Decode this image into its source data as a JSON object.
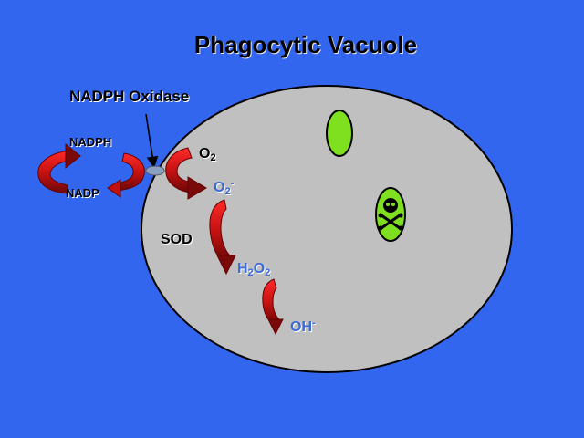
{
  "title": "Phagocytic Vacuole",
  "labels": {
    "enzyme": "NADPH Oxidase",
    "nadph": "NADPH",
    "nadp": "NADP",
    "sod": "SOD"
  },
  "species": {
    "oxygen": {
      "symbol": "O",
      "sub": "2"
    },
    "superoxide": {
      "symbol": "O",
      "sub": "2",
      "sup": "-"
    },
    "hydrogen_peroxide": {
      "h": "H",
      "h_sub": "2",
      "o": "O",
      "o_sub": "2"
    },
    "hydroxyl": {
      "symbol": "OH",
      "sup": "-"
    }
  },
  "icons": [
    "skull-crossbones-icon",
    "bacterium-icon",
    "cycle-arrow-icon"
  ],
  "colors": {
    "background": "#3366ee",
    "vacuole": "#c0c0c0",
    "arrow_light": "#ff2020",
    "arrow_dark": "#7a0a0a",
    "bacterium": "#7fe020",
    "product_text": "#3a6ad8"
  }
}
